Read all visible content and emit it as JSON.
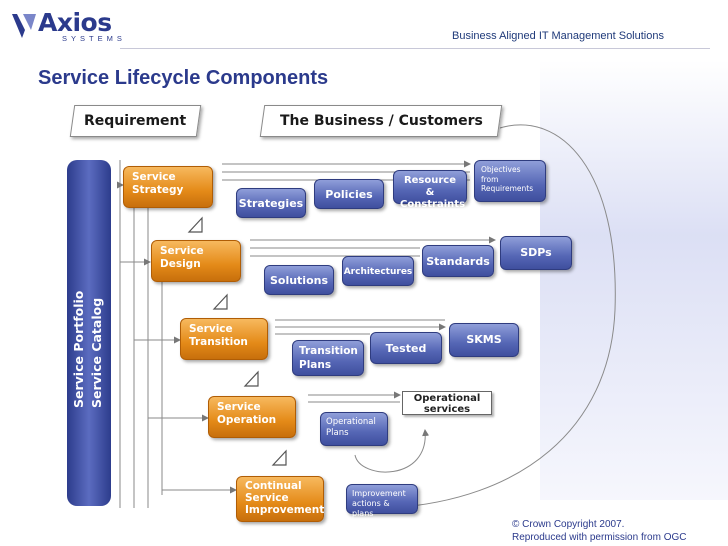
{
  "header": {
    "logo_word": "Axios",
    "logo_sub": "SYSTEMS",
    "tagline": "Business Aligned IT Management Solutions"
  },
  "title": "Service Lifecycle Components",
  "top_labels": {
    "requirement": "Requirement",
    "business": "The Business / Customers"
  },
  "sidebar": {
    "line1": "Service Portfolio",
    "line2": "Service Catalog"
  },
  "stages": {
    "strategy": [
      "Service",
      "Strategy"
    ],
    "design": [
      "Service",
      "Design"
    ],
    "transition": [
      "Service",
      "Transition"
    ],
    "operation": [
      "Service",
      "Operation"
    ],
    "improvement": [
      "Continual",
      "Service",
      "Improvement"
    ]
  },
  "outputs": {
    "strategies": "Strategies",
    "policies": "Policies",
    "resource": [
      "Resource &",
      "Constraints"
    ],
    "objectives": [
      "Objectives",
      "from",
      "Requirements"
    ],
    "solutions": "Solutions",
    "architectures": "Architectures",
    "standards": "Standards",
    "sdps": "SDPs",
    "transition_plans": [
      "Transition",
      "Plans"
    ],
    "tested": "Tested",
    "skms": "SKMS",
    "operational_plans": [
      "Operational",
      "Plans"
    ],
    "operational_services": [
      "Operational",
      "services"
    ],
    "improvement_actions": [
      "Improvement",
      "actions & plans"
    ]
  },
  "copyright": [
    "© Crown Copyright 2007.",
    "Reproduced with permission from OGC"
  ],
  "colors": {
    "brand_blue": "#2b3a8c",
    "stage_orange": "#e48a18",
    "output_blue": "#5566b5"
  }
}
